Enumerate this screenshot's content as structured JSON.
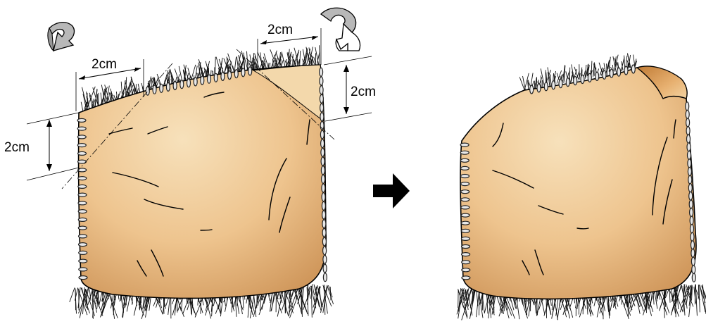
{
  "figure": {
    "left_panel": {
      "dimension_labels": {
        "top_left": "2cm",
        "top_right": "2cm",
        "right_side": "2cm",
        "left_side": "2cm"
      },
      "fold_arrows": [
        "fold-down-arrow-icon",
        "fold-back-arrow-icon"
      ]
    },
    "transition_arrow": "right-arrow-icon",
    "right_panel": {
      "state": "corners-folded"
    },
    "colors": {
      "leather_light": "#f5dcb2",
      "leather_mid": "#e8b979",
      "leather_dark": "#c98f4f",
      "fur": "#111111",
      "arrow_gray": "#b5b5b5"
    }
  }
}
